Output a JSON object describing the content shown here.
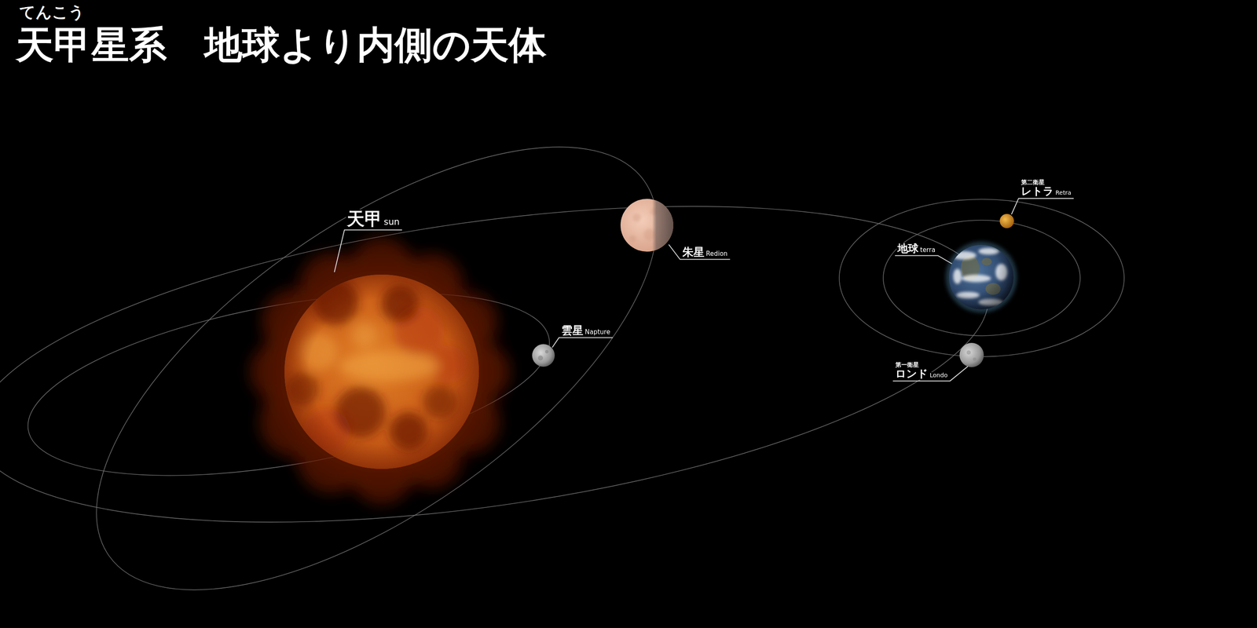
{
  "diagram": {
    "title": "天甲星系　地球より内側の天体",
    "labels": [
      "てんこう",
      "天甲",
      "sun",
      "朱星",
      "Redion",
      "雲星",
      "Napture",
      "地球",
      "terra",
      "第二衛星",
      "レトラ",
      "Retra",
      "第一衛星",
      "ロンド",
      "Londo"
    ]
  }
}
